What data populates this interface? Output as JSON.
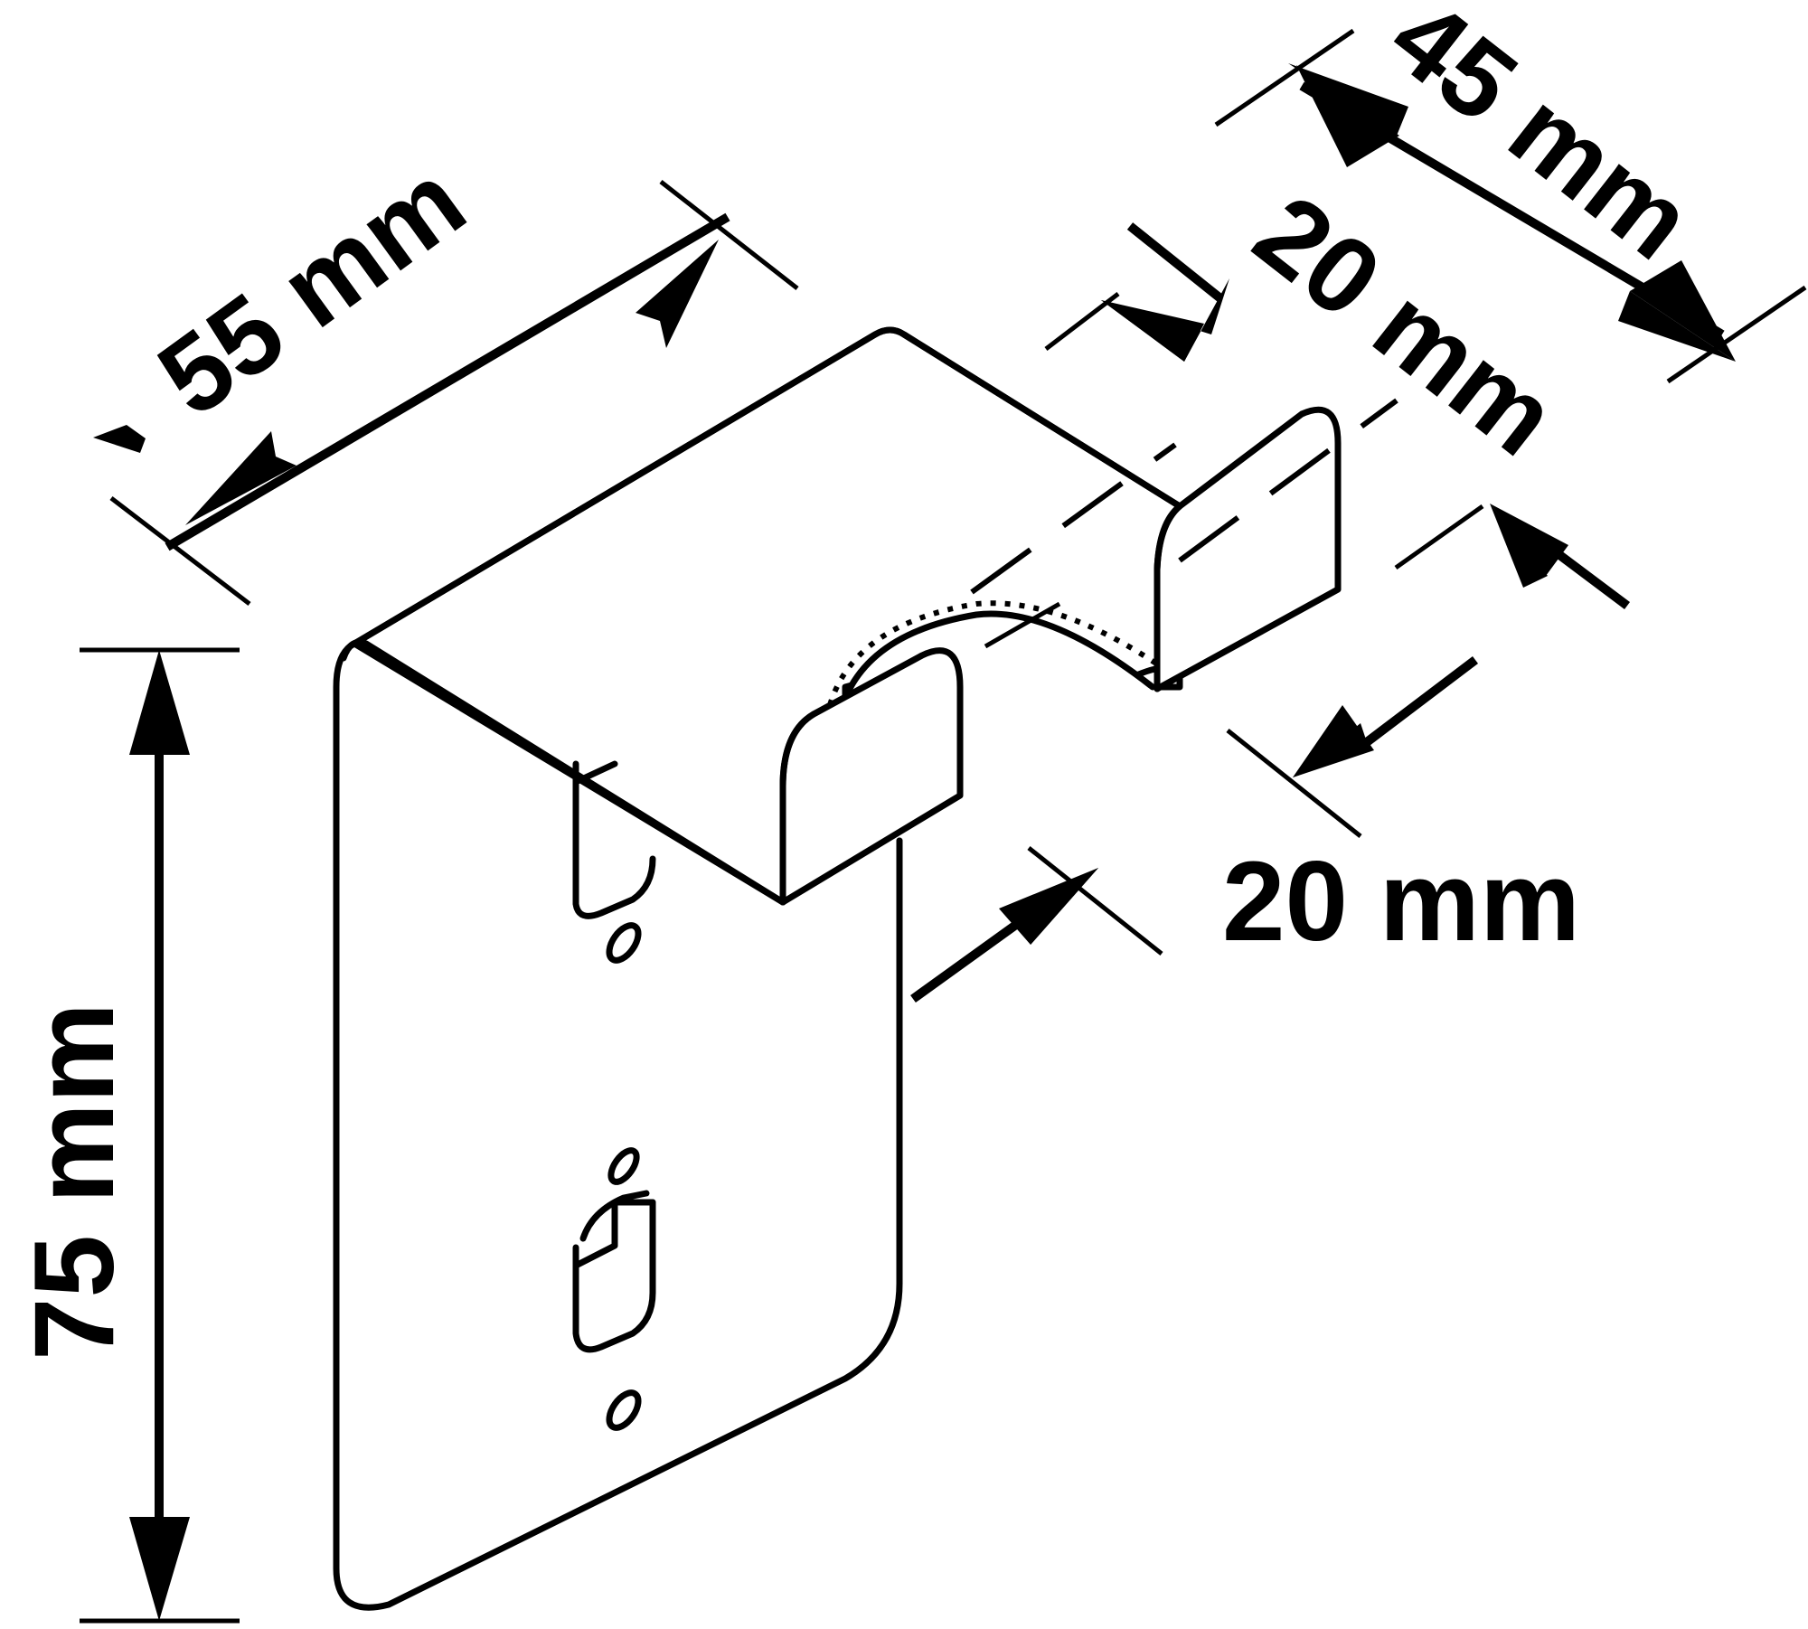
{
  "diagram": {
    "subject": "wall bracket with two hooks",
    "dimensions": {
      "width": {
        "label": "55 mm",
        "value": 55,
        "unit": "mm"
      },
      "depth": {
        "label": "45 mm",
        "value": 45,
        "unit": "mm"
      },
      "height": {
        "label": "75 mm",
        "value": 75,
        "unit": "mm"
      },
      "hook_width_top": {
        "label": "20 mm",
        "value": 20,
        "unit": "mm"
      },
      "hook_width_front": {
        "label": "20 mm",
        "value": 20,
        "unit": "mm"
      }
    },
    "colors": {
      "line": "#000000",
      "background": "#ffffff"
    }
  }
}
